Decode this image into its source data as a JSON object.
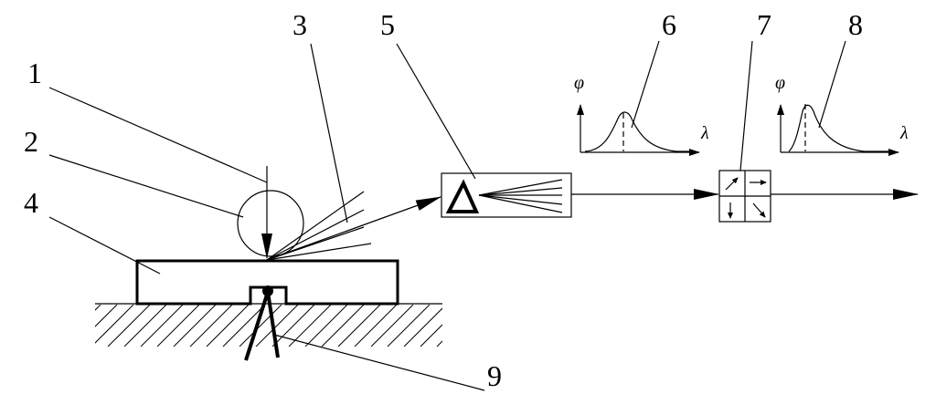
{
  "callouts": [
    "1",
    "2",
    "3",
    "4",
    "5",
    "6",
    "7",
    "8",
    "9"
  ],
  "graph_left": {
    "y_label": "φ",
    "x_label": "λ"
  },
  "graph_right": {
    "y_label": "φ",
    "x_label": "λ"
  },
  "prism_symbol": "Δ"
}
